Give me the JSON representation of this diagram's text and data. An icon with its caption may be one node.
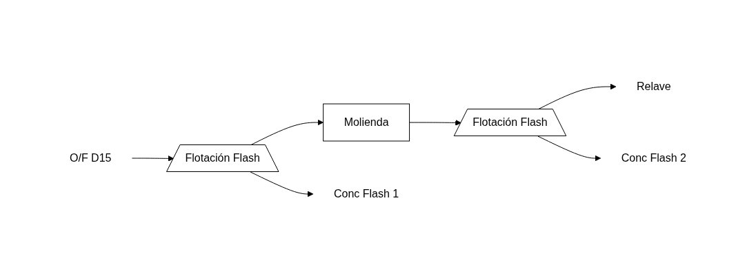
{
  "diagram": {
    "nodes": [
      {
        "text": [
          "O/F D15"
        ]
      },
      {
        "text": [
          "Flotación Flash"
        ]
      },
      {
        "text": [
          "Molienda"
        ]
      },
      {
        "text": [
          "Flotación Flash"
        ]
      },
      {
        "text": [
          "Relave"
        ]
      },
      {
        "text": [
          "Conc Flash 1"
        ]
      },
      {
        "text": [
          "Conc Flash 2"
        ]
      }
    ],
    "edges": [
      {
        "from": 0,
        "to": 1,
        "arrow": "to"
      },
      {
        "from": 1,
        "to": 2,
        "arrow": "to"
      },
      {
        "from": 2,
        "to": 3,
        "arrow": "to"
      },
      {
        "from": 3,
        "to": 4,
        "arrow": "to"
      },
      {
        "from": 1,
        "to": 5,
        "arrow": "to"
      },
      {
        "from": 3,
        "to": 6,
        "arrow": "to"
      }
    ]
  }
}
